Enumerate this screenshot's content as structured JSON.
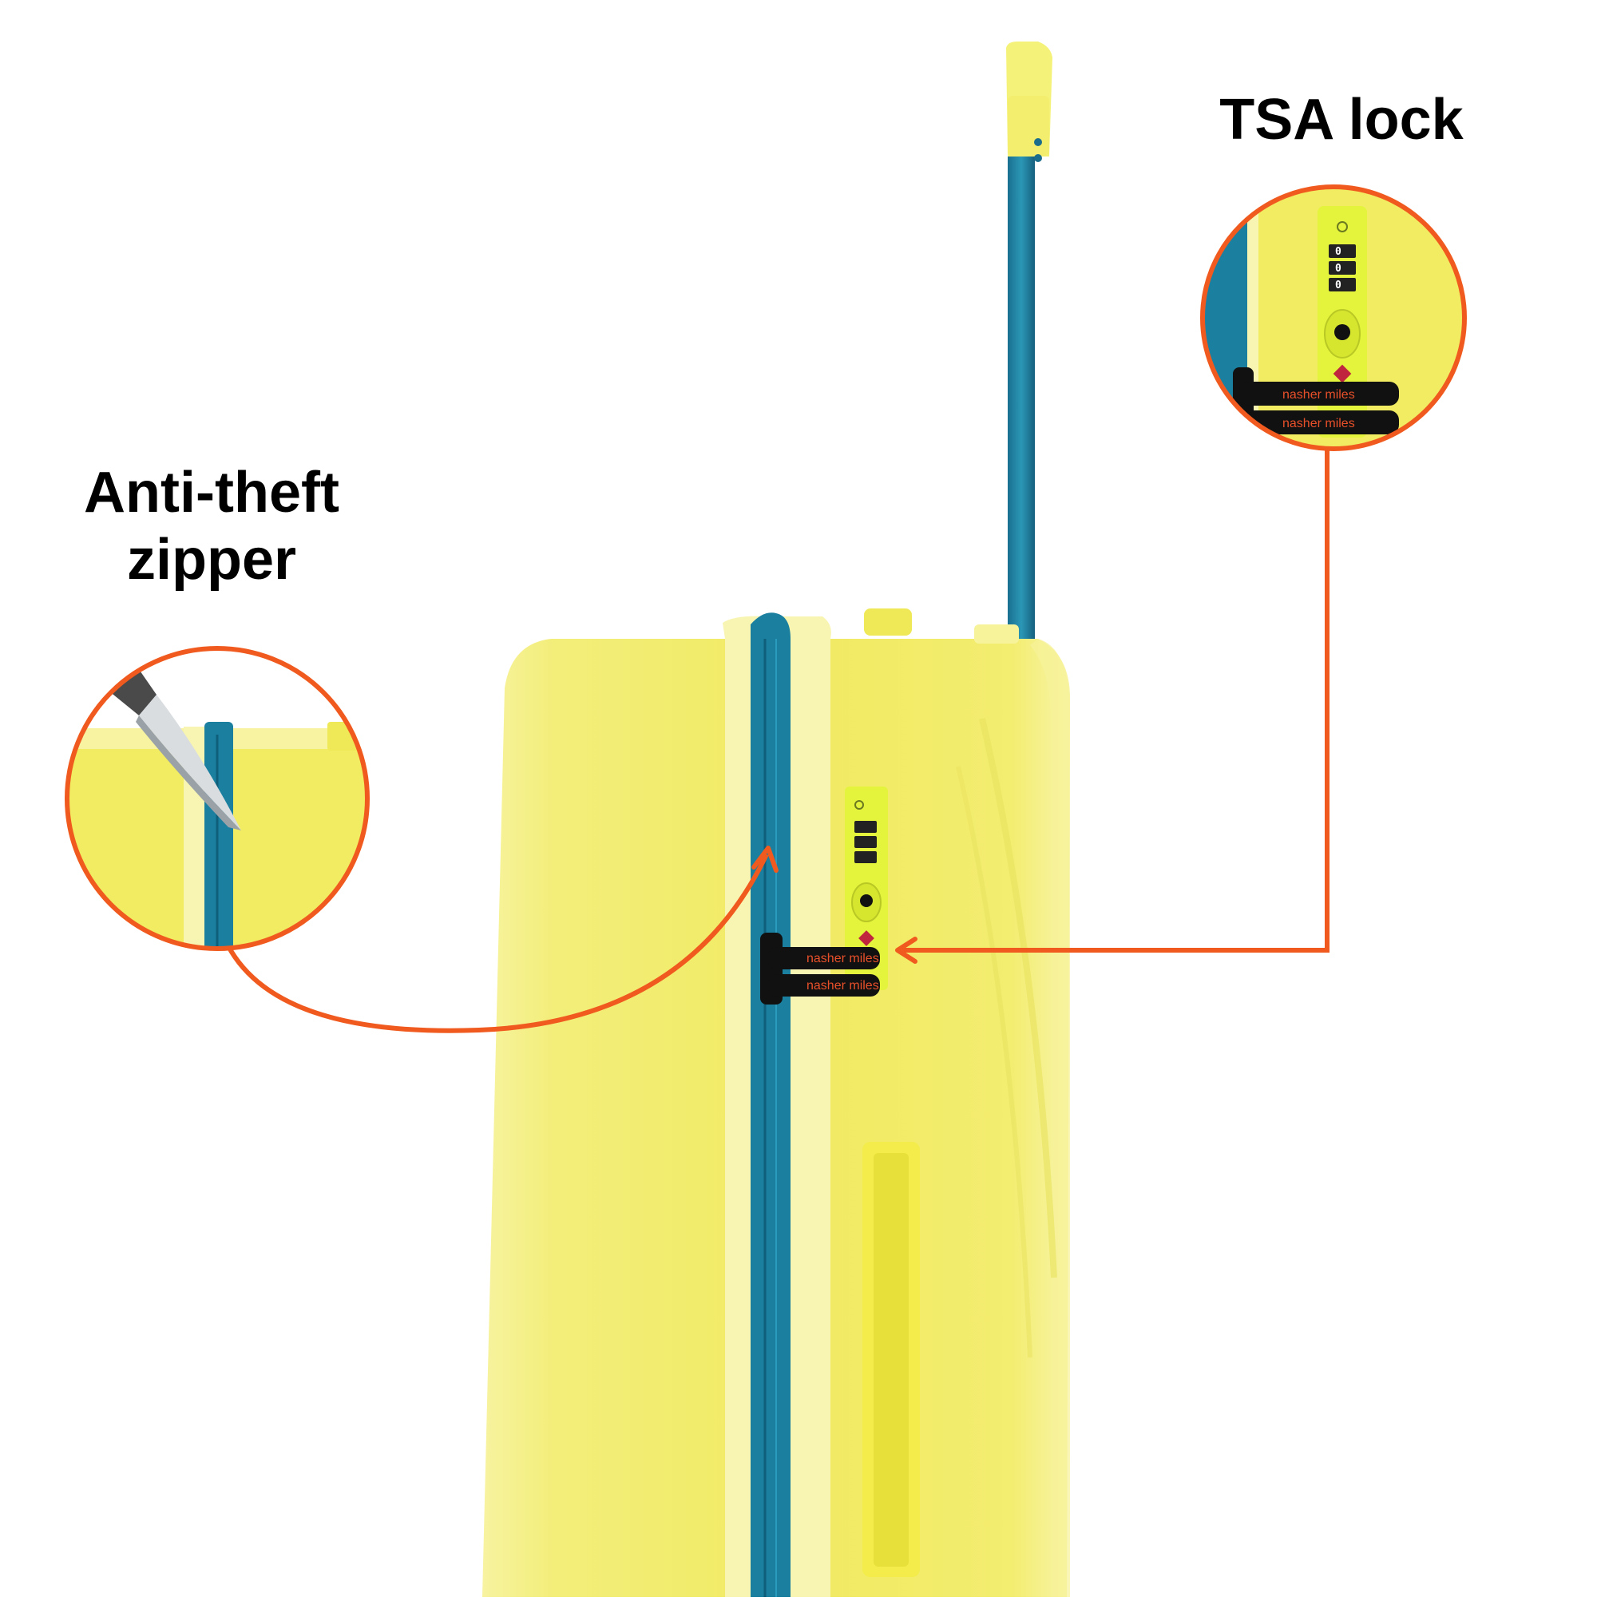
{
  "callouts": {
    "tsa_lock": {
      "label": "TSA lock"
    },
    "anti_theft_zipper": {
      "label": "Anti-theft zipper"
    }
  },
  "brand": {
    "tag_text": "nasher miles"
  },
  "lock": {
    "dial_digits": [
      "0",
      "0",
      "0"
    ]
  },
  "colors": {
    "shell": "#f2ec6a",
    "shell_light": "#fbf7a8",
    "zipper": "#1b7fa0",
    "accent_line": "#f05a1e",
    "lock_body": "#e4f43c",
    "tag": "#111111"
  }
}
